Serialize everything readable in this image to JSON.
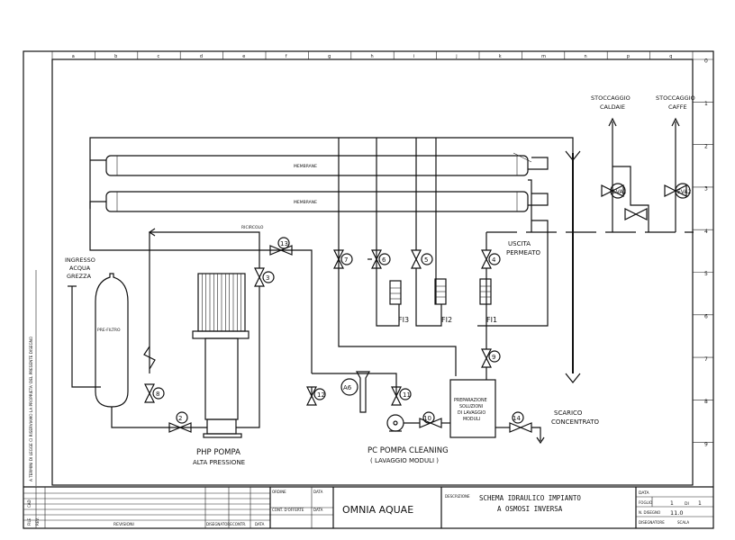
{
  "grid": {
    "columns": [
      "a",
      "b",
      "c",
      "d",
      "e",
      "f",
      "g",
      "h",
      "i",
      "j",
      "k",
      "m",
      "n",
      "p",
      "q"
    ],
    "rows": [
      "0",
      "1",
      "2",
      "3",
      "4",
      "5",
      "6",
      "7",
      "8",
      "9"
    ]
  },
  "diagram": {
    "membrane_label": "MEMBRANE",
    "ricircolo_label": "RICIRCOLO",
    "inlet_label": [
      "INGRESSO",
      "ACQUA",
      "GREZZA"
    ],
    "prefilter_label": "PRE-FILTRO",
    "pump_hp_label": [
      "PHP POMPA",
      "ALTA PRESSIONE"
    ],
    "pump_pc_label": [
      "PC POMPA CLEANING",
      "( LAVAGGIO MODULI )"
    ],
    "tank_label": [
      "PREPARAZIONE",
      "SOLUZIONI",
      "DI LAVAGGIO",
      "MODULI"
    ],
    "outlet_permeate_label": [
      "USCITA",
      "PERMEATO"
    ],
    "drain_label": [
      "SCARICO",
      "CONCENTRATO"
    ],
    "storage_boiler_label": [
      "STOCCAGGIO",
      "CALDAIE"
    ],
    "storage_coffee_label": [
      "STOCCAGGIO",
      "CAFFE"
    ],
    "flow_indicators": [
      "FI3",
      "FI2",
      "FI1"
    ],
    "valves": [
      "2",
      "3",
      "4",
      "5",
      "6",
      "7",
      "8",
      "9",
      "10",
      "11",
      "12",
      "13",
      "14"
    ],
    "instrument_a6": "A6",
    "solenoid_valves": [
      "EVA1",
      "EVA2"
    ]
  },
  "title_block": {
    "company": "OMNIA AQUAE",
    "description_label": "DESCRIZIONE",
    "title_lines": [
      "SCHEMA IDRAULICO IMPIANTO",
      "A OSMOSI INVERSA"
    ],
    "ordine_label": "ORDINE",
    "data_label": "DATA",
    "cont_label": "CONT. D'OFFERTE",
    "revisioni_label": "REVISIONI",
    "disegnatore_label": "DISEGNATORE",
    "contr_label": "CONTR.",
    "foglio_label": "FOGLIO",
    "foglio_value": "1",
    "di_label": "DI",
    "di_value": "1",
    "n_disegno_label": "N. DISEGNO",
    "n_disegno_value": "11.0",
    "scala_label": "SCALA",
    "rev_header": "REV.",
    "file_label": "FILE",
    "cad_label": "CAD",
    "side_note": "A TERMINI DI LEGGE CI RISERVIAMO LA PROPRIETA' DEL PRESENTE DISEGNO"
  },
  "colors": {
    "line": "#111111",
    "background": "#ffffff"
  }
}
